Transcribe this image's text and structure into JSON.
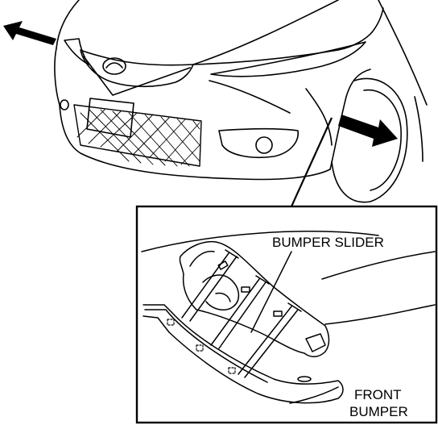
{
  "labels": {
    "bumper_slider": "BUMPER SLIDER",
    "front_bumper_line1": "FRONT",
    "front_bumper_line2": "BUMPER"
  },
  "colors": {
    "ink": "#000000",
    "paper": "#ffffff"
  },
  "icons": {
    "left_arrow": "arrow-left-icon",
    "right_arrow": "arrow-right-icon",
    "emblem": "mazda-emblem-icon"
  }
}
